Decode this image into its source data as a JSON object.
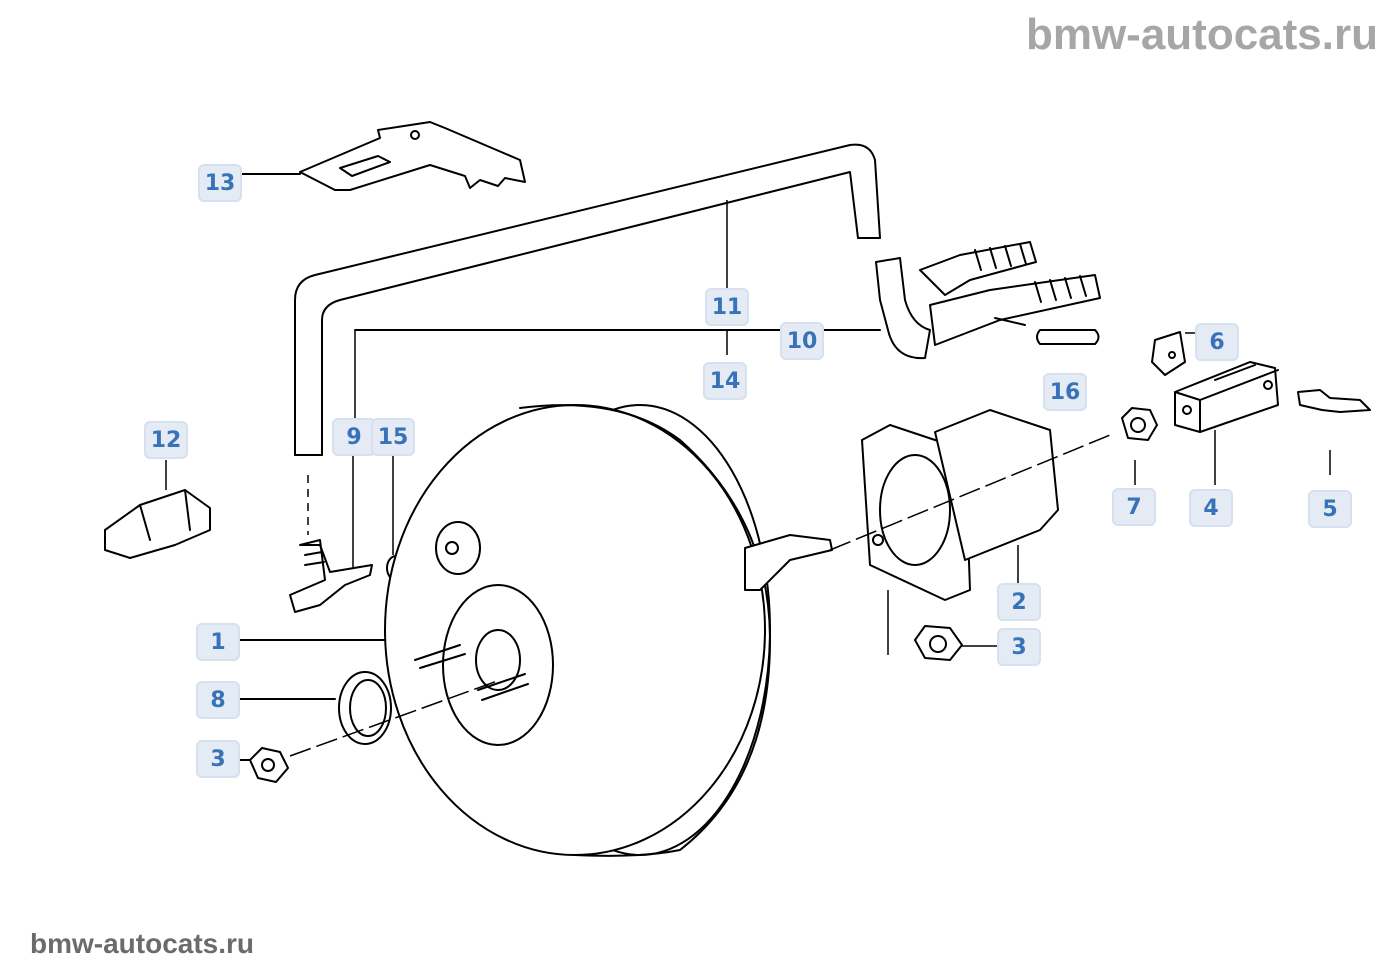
{
  "watermarks": {
    "top": "bmw-autocats.ru",
    "bottom": "bmw-autocats.ru"
  },
  "diagram": {
    "subject": "Brake servo (vacuum booster) exploded view",
    "callouts": [
      {
        "id": "13",
        "label": "13",
        "part": "bracket"
      },
      {
        "id": "11",
        "label": "11",
        "part": "vacuum hose"
      },
      {
        "id": "10",
        "label": "10",
        "part": "check valve"
      },
      {
        "id": "14",
        "label": "14",
        "part": "hose clamp"
      },
      {
        "id": "6",
        "label": "6",
        "part": "clip"
      },
      {
        "id": "16",
        "label": "16",
        "part": "sleeve"
      },
      {
        "id": "12",
        "label": "12",
        "part": "hose holder"
      },
      {
        "id": "9",
        "label": "9",
        "part": "vacuum connector"
      },
      {
        "id": "15",
        "label": "15",
        "part": "sealing ring"
      },
      {
        "id": "7",
        "label": "7",
        "part": "nut"
      },
      {
        "id": "4",
        "label": "4",
        "part": "clevis"
      },
      {
        "id": "5",
        "label": "5",
        "part": "pin"
      },
      {
        "id": "2",
        "label": "2",
        "part": "spacer"
      },
      {
        "id": "3a",
        "label": "3",
        "part": "nut"
      },
      {
        "id": "1",
        "label": "1",
        "part": "brake servo"
      },
      {
        "id": "8",
        "label": "8",
        "part": "o-ring"
      },
      {
        "id": "3b",
        "label": "3",
        "part": "nut"
      }
    ]
  },
  "colors": {
    "callout_text": "#3872b8",
    "callout_bg": "#e4ebf5",
    "callout_border": "#d6e0ee",
    "watermark_top": "#a6a6a6",
    "watermark_bottom": "#6b6b6b"
  }
}
